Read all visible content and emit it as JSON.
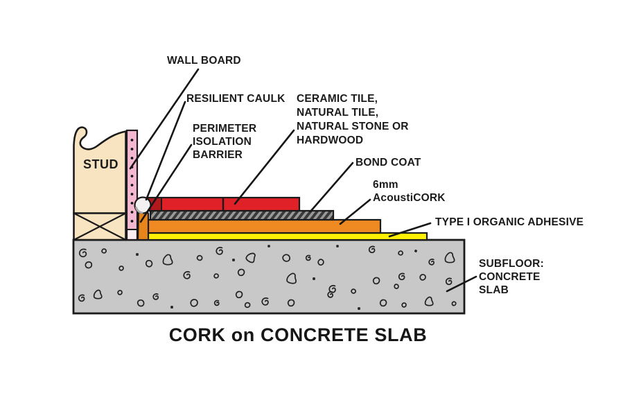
{
  "diagram": {
    "title": "CORK on CONCRETE SLAB",
    "stud_label": "STUD",
    "callouts": {
      "wall_board": "WALL BOARD",
      "resilient_caulk": "RESILIENT CAULK",
      "perimeter_isolation_barrier": "PERIMETER\nISOLATION\nBARRIER",
      "surface_finish": "CERAMIC TILE,\nNATURAL TILE,\nNATURAL STONE OR\nHARDWOOD",
      "bond_coat": "BOND COAT",
      "acousticork": "6mm\nAcoustiCORK",
      "organic_adhesive": "TYPE I ORGANIC ADHESIVE",
      "subfloor": "SUBFLOOR:\nCONCRETE\nSLAB"
    },
    "colors": {
      "wood_tan": "#F8E4C0",
      "wallboard_pink": "#F4B9D1",
      "wallboard_gap_white": "#FBEFF4",
      "caulk_white": "#F2F2F2",
      "barrier_orange": "#E8861C",
      "tile_red": "#E02128",
      "tile_red_dark": "#B2191D",
      "bond_gray": "#999999",
      "bond_hatch_dark": "#3A3A3A",
      "cork_orange": "#EE8A21",
      "adhesive_yellow": "#FFF101",
      "concrete_gray": "#C8C8C8",
      "outline_black": "#1B1B1B"
    }
  }
}
